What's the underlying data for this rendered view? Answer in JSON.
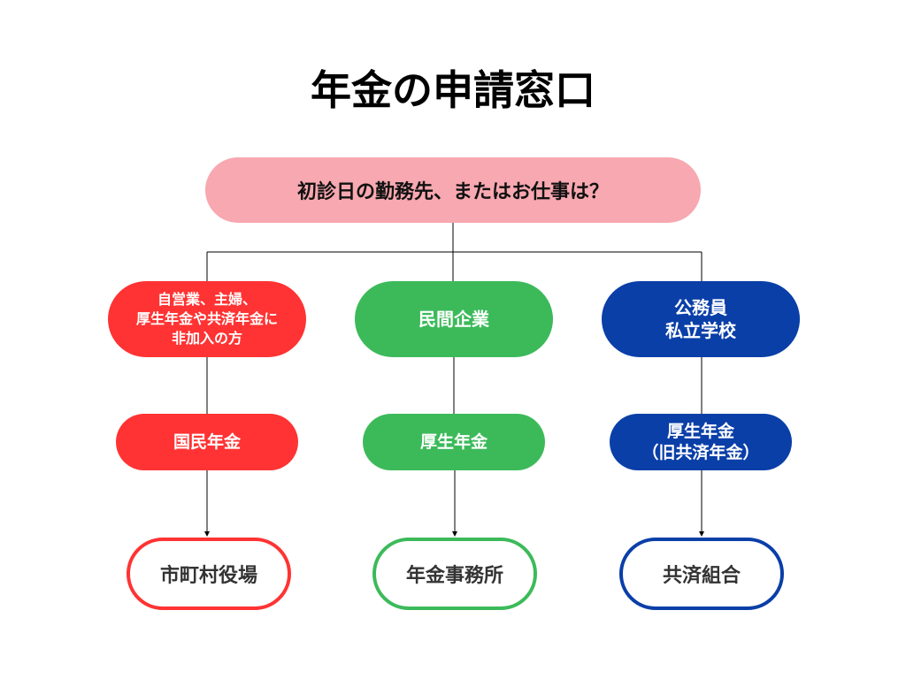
{
  "title": "年金の申請窓口",
  "question": "初診日の勤務先、またはお仕事は？",
  "columns": [
    {
      "category": "自営業、主婦、\n厚生年金や共済年金に\n非加入の方",
      "pension": "国民年金",
      "office": "市町村役場",
      "color": "#ff3333"
    },
    {
      "category": "民間企業",
      "pension": "厚生年金",
      "office": "年金事務所",
      "color": "#3cba5a"
    },
    {
      "category": "公務員\n私立学校",
      "pension": "厚生年金\n（旧共済年金）",
      "office": "共済組合",
      "color": "#0a3fa8"
    }
  ],
  "colors": {
    "question_bg": "#f7a8b0",
    "line": "#000000"
  }
}
